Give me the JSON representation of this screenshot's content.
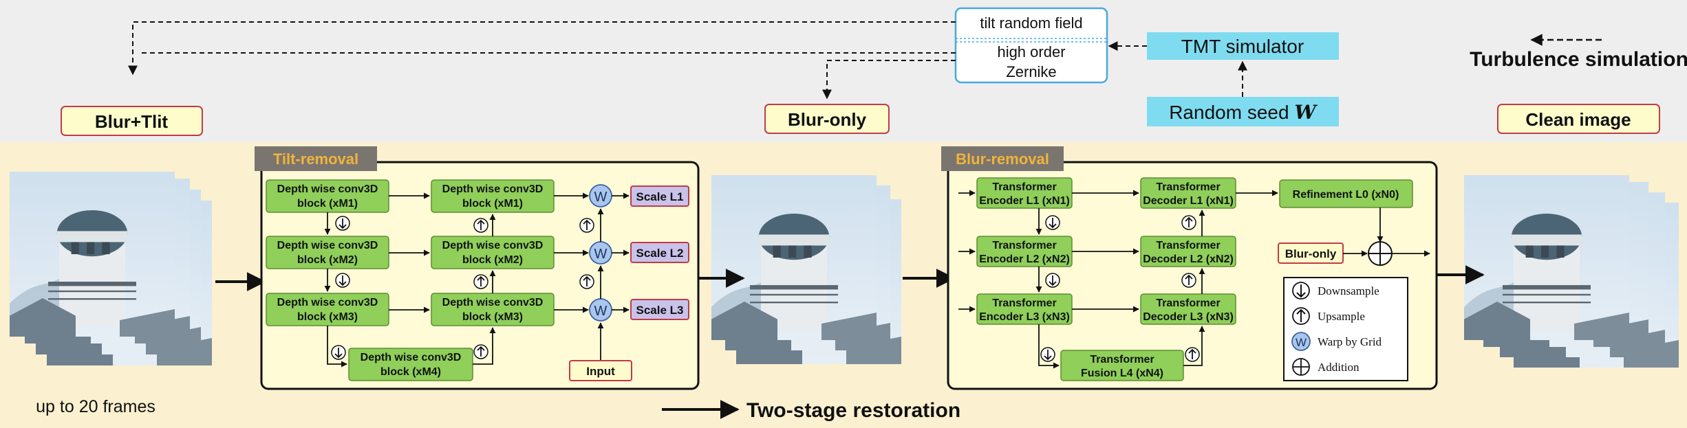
{
  "sim": {
    "tilt_field": "tilt random field",
    "high_order_1": "high order",
    "high_order_2": "Zernike",
    "tmt_simulator": "TMT simulator",
    "random_seed": "Random seed",
    "seed_symbol": "W",
    "legend_label": "Turbulence simulation"
  },
  "labels": {
    "blur_tilt": "Blur+Tlit",
    "blur_only": "Blur-only",
    "clean_image": "Clean image",
    "frames": "up to 20 frames",
    "two_stage": "Two-stage restoration"
  },
  "tilt": {
    "title": "Tilt-removal",
    "b1a": "Depth wise conv3D",
    "b1b": "block (xM1)",
    "b2a": "Depth wise conv3D",
    "b2b": "block (xM2)",
    "b3a": "Depth wise conv3D",
    "b3b": "block (xM3)",
    "b4a": "Depth wise conv3D",
    "b4b": "block (xM4)",
    "d1a": "Depth wise conv3D",
    "d1b": "block (xM1)",
    "d2a": "Depth wise conv3D",
    "d2b": "block (xM2)",
    "d3a": "Depth wise conv3D",
    "d3b": "block (xM3)",
    "scale1": "Scale L1",
    "scale2": "Scale L2",
    "scale3": "Scale L3",
    "input": "Input",
    "warp": "W"
  },
  "blur": {
    "title": "Blur-removal",
    "e1a": "Transformer",
    "e1b": "Encoder L1 (xN1)",
    "e2a": "Transformer",
    "e2b": "Encoder L2 (xN2)",
    "e3a": "Transformer",
    "e3b": "Encoder L3 (xN3)",
    "d1a": "Transformer",
    "d1b": "Decoder L1 (xN1)",
    "d2a": "Transformer",
    "d2b": "Decoder L2 (xN2)",
    "d3a": "Transformer",
    "d3b": "Decoder L3 (xN3)",
    "fa": "Transformer",
    "fb": "Fusion L4 (xN4)",
    "refine": "Refinement L0 (xN0)",
    "blur_only": "Blur-only"
  },
  "legend": {
    "down": "Downsample",
    "up": "Upsample",
    "warp": "Warp by Grid",
    "add": "Addition",
    "warp_symbol": "W"
  },
  "colors": {
    "sim_band": "#eeeeee",
    "restore_band": "#fbf0cf",
    "green_block": "#8fcf5a",
    "cyan_box": "#7fdbef",
    "tag_fill": "#fffccc",
    "tag_border": "#c2394a",
    "scale_fill": "#c9c2ea",
    "title_bg": "#7b7570",
    "title_text": "#f0b43a"
  }
}
